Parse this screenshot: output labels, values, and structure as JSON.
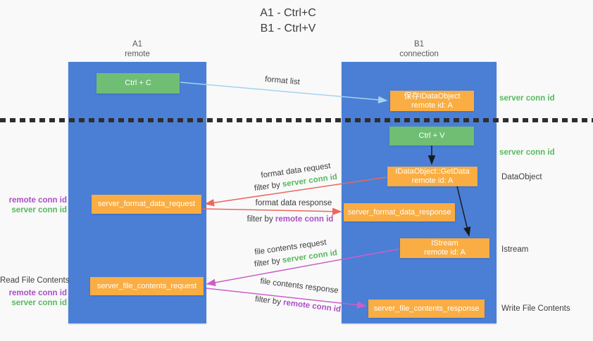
{
  "title": {
    "line1": "A1 - Ctrl+C",
    "line2": "B1 - Ctrl+V"
  },
  "lanes": {
    "left": {
      "name": "A1",
      "subtitle": "remote"
    },
    "right": {
      "name": "B1",
      "subtitle": "connection"
    }
  },
  "nodes": {
    "ctrl_c": {
      "label": "Ctrl + C"
    },
    "ctrl_v": {
      "label": "Ctrl + V"
    },
    "save_dataobject": {
      "line1": "保存IDataObject",
      "line2": "remote id: A"
    },
    "getdata": {
      "line1": "IDataObject::GetData",
      "line2": "remote id: A"
    },
    "istream": {
      "line1": "IStream",
      "line2": "remote id: A"
    },
    "format_request": {
      "label": "server_format_data_request"
    },
    "format_response": {
      "label": "server_format_data_response"
    },
    "file_request": {
      "label": "server_file_contents_request"
    },
    "file_response": {
      "label": "server_file_contents_response"
    }
  },
  "labels": {
    "format_list": "format list",
    "server_conn_id": "server conn id",
    "remote_conn_id": "remote conn id",
    "dataobject_side": "DataObject",
    "istream_side": "Istream",
    "read_file_contents": "Read File Contents",
    "write_file_contents": "Write File Contents",
    "format_data_request": "format data request",
    "format_data_response": "format data response",
    "file_contents_request": "file contents request",
    "file_contents_response": "file contents response",
    "filter_by": "filter by "
  },
  "colors": {
    "lane_blue": "#4a7fd5",
    "node_green": "#6fbe74",
    "node_orange": "#f9ad42",
    "label_green": "#57b85f",
    "label_purple": "#ab4fc7",
    "arrow_blue": "#a6d2ef",
    "arrow_red": "#ed665e",
    "arrow_pink": "#cb5fc8",
    "arrow_black": "#1a1a1a"
  }
}
